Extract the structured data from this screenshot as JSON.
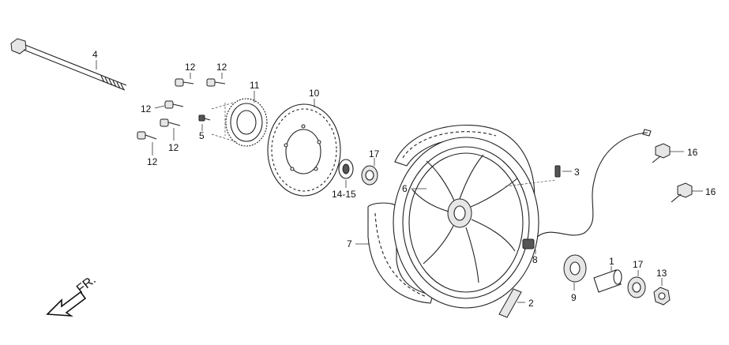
{
  "callouts": {
    "c1": "1",
    "c2": "2",
    "c3": "3",
    "c4": "4",
    "c5": "5",
    "c6": "6",
    "c7": "7",
    "c8": "8",
    "c9": "9",
    "c10": "10",
    "c11": "11",
    "c12a": "12",
    "c12b": "12",
    "c12c": "12",
    "c12d": "12",
    "c12e": "12",
    "c13": "13",
    "c1415": "14-15",
    "c16a": "16",
    "c16b": "16",
    "c17a": "17",
    "c17b": "17"
  },
  "direction": {
    "label": "FR."
  }
}
